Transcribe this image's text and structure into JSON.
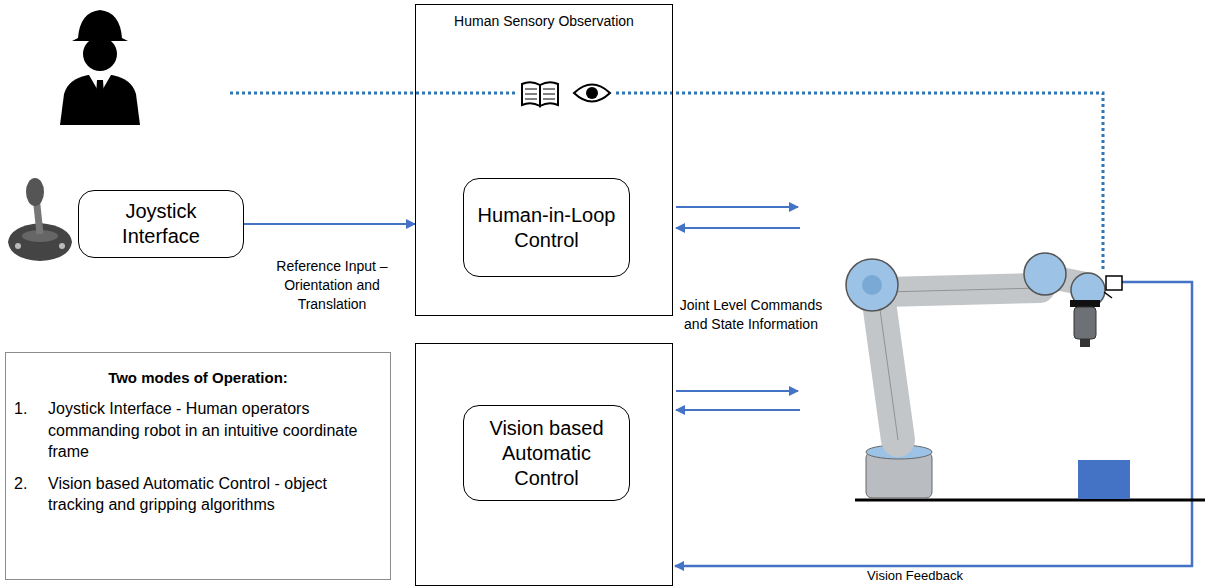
{
  "diagram": {
    "nodes": [
      {
        "text": [
          "Human Sensory Observation"
        ]
      },
      {
        "text": [
          "Human-in-Loop Control"
        ],
        "in": 0
      },
      {
        "text": [
          "Joystick Interface"
        ]
      },
      {
        "text": []
      },
      {
        "text": [
          "Vision based Automatic Control"
        ],
        "in": 3
      },
      {
        "text": [
          "Two modes of Operation:",
          "1.",
          "Joystick Interface - Human operators commanding robot in an intuitive coordinate frame",
          "2.",
          "Vision based Automatic Control - object tracking and gripping algorithms"
        ]
      }
    ],
    "edges": [
      {
        "from": 2,
        "to": 0,
        "arrow": "to",
        "label": "Reference Input – Orientation and Translation"
      }
    ],
    "labels": [
      "Joint Level Commands and State Information",
      "Vision Feedback"
    ]
  }
}
